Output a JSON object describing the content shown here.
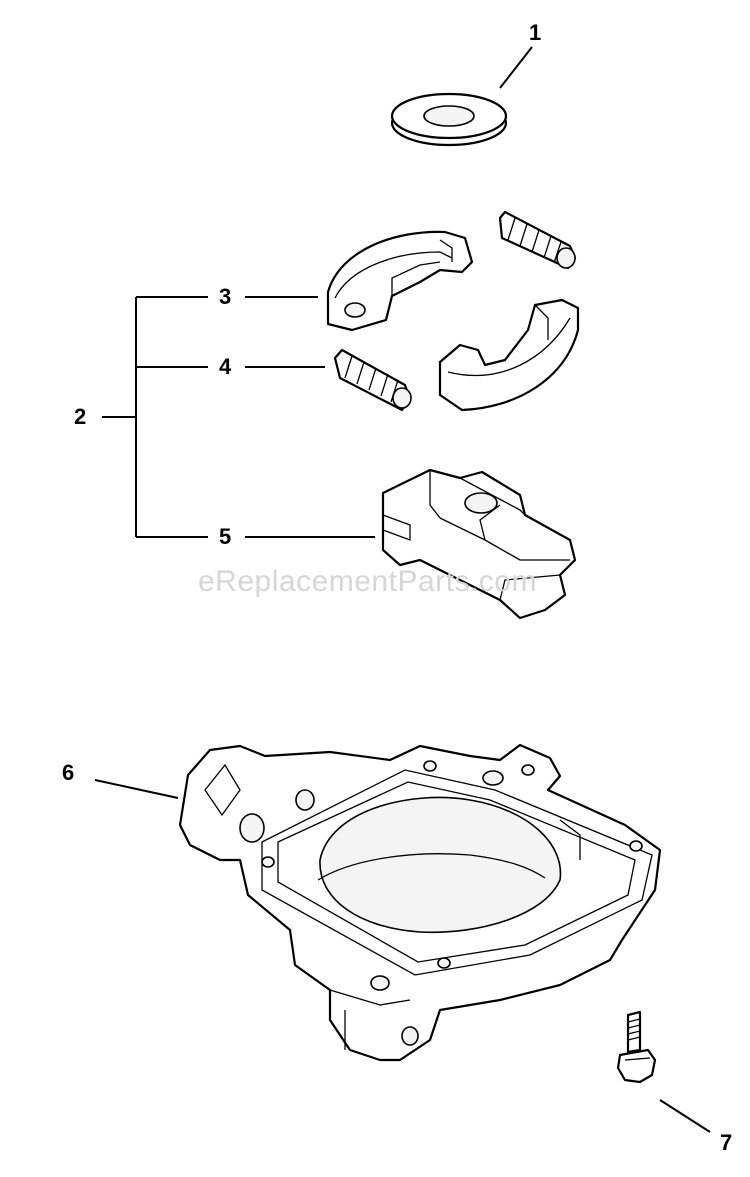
{
  "watermark": "eReplacementParts.com",
  "callouts": {
    "c1": "1",
    "c2": "2",
    "c3": "3",
    "c4": "4",
    "c5": "5",
    "c6": "6",
    "c7": "7"
  }
}
